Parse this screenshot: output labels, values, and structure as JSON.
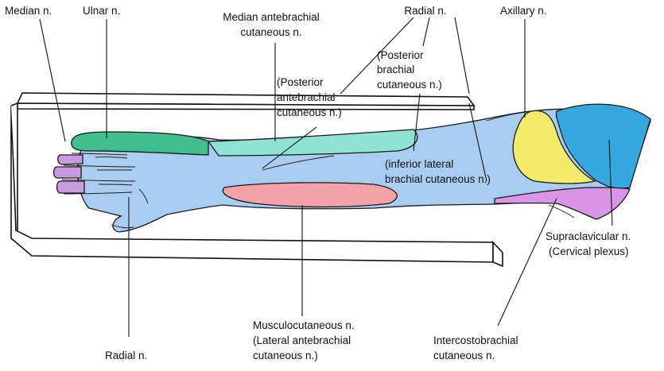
{
  "labels": {
    "median_n": "Median n.",
    "ulnar_n": "Ulnar n.",
    "median_antebrachial": [
      "Median antebrachial",
      "cutaneous n."
    ],
    "radial_n_top": "Radial n.",
    "axillary_n": "Axillary n.",
    "posterior_brachial": [
      "(Posterior",
      "brachial",
      "cutaneous n.)"
    ],
    "posterior_antebrachial": [
      "(Posterior",
      "antebrachial",
      "cutaneous n.)"
    ],
    "inferior_lateral_brachial": [
      "(inferior lateral",
      "brachial cutaneous n.)"
    ],
    "supraclavicular": [
      "Supraclavicular n.",
      "(Cervical plexus)"
    ],
    "musculocutaneous": [
      "Musculocutaneous n.",
      "(Lateral antebrachial",
      "cutaneous n.)"
    ],
    "intercostobrachial": [
      "Intercostobrachial",
      "cutaneous n."
    ],
    "radial_n_bottom": "Radial n."
  },
  "regions": [
    {
      "name": "radial-region",
      "color": "#a8cdf0"
    },
    {
      "name": "ulnar-region",
      "color": "#3fbf8e"
    },
    {
      "name": "median-antebrachial-region",
      "color": "#8ee3d2"
    },
    {
      "name": "median-fingertip-region",
      "color": "#c79bde"
    },
    {
      "name": "musculocutaneous-region",
      "color": "#f4a2a5"
    },
    {
      "name": "axillary-region",
      "color": "#f2ec6a"
    },
    {
      "name": "supraclavicular-region",
      "color": "#35a9df"
    },
    {
      "name": "intercostobrachial-region",
      "color": "#d996e6"
    }
  ]
}
